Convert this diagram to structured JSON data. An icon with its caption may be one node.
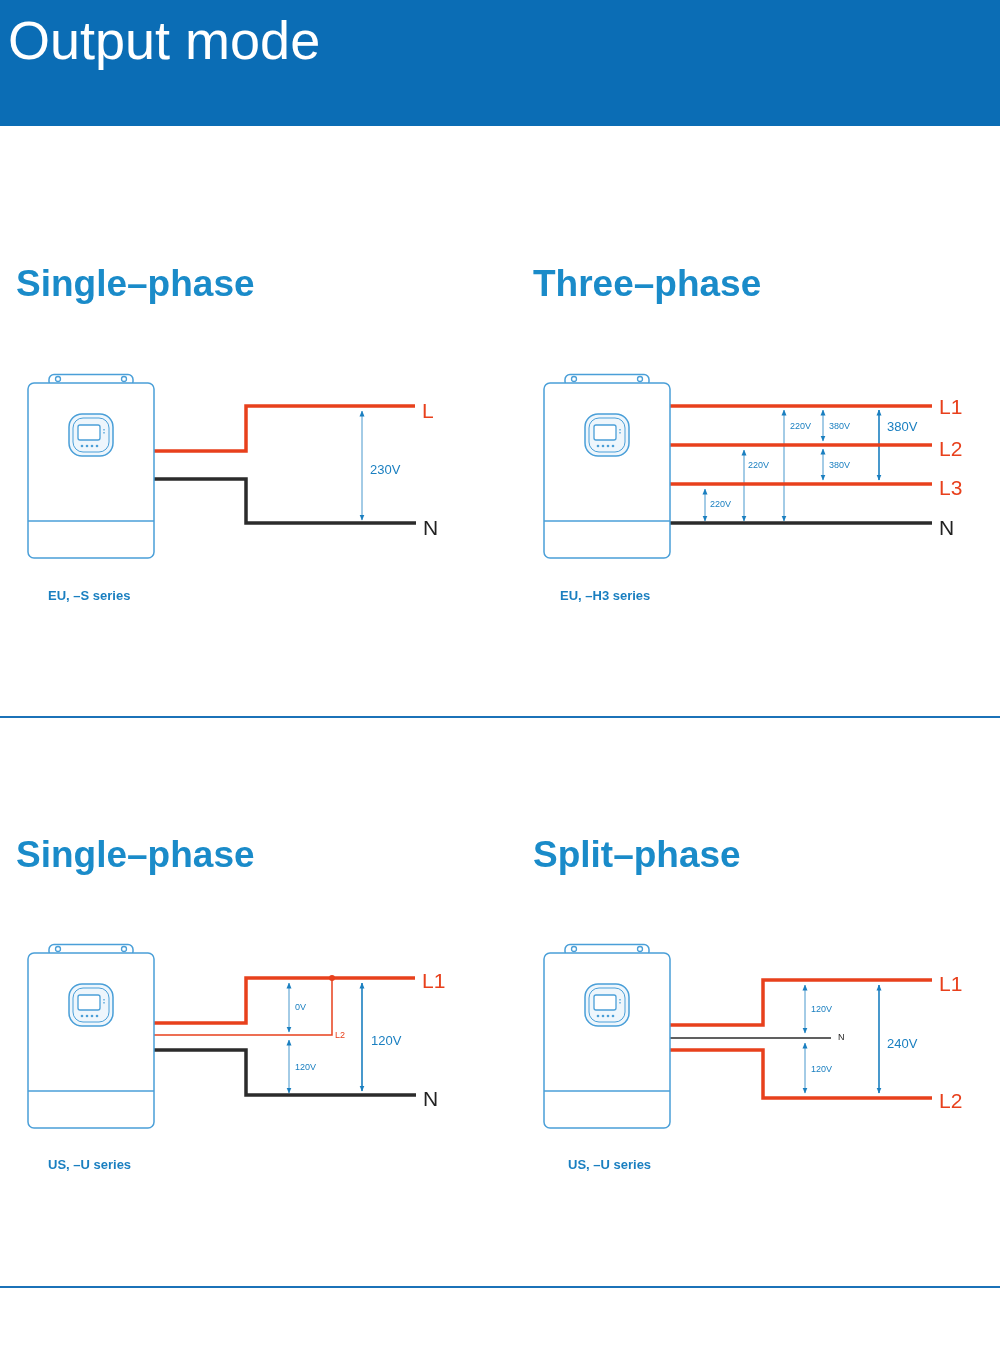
{
  "diagram": {
    "title": "Output mode",
    "nodes": [
      {
        "text": [],
        "shape": "picture",
        "beside": [
          "EU, –S series"
        ]
      },
      {
        "text": [
          "L"
        ]
      },
      {
        "text": [
          "N"
        ]
      },
      {
        "text": [],
        "shape": "picture",
        "beside": [
          "EU, –H3 series"
        ]
      },
      {
        "text": [
          "L1"
        ]
      },
      {
        "text": [
          "L2"
        ]
      },
      {
        "text": [
          "L3"
        ]
      },
      {
        "text": [
          "N"
        ]
      },
      {
        "text": [],
        "shape": "picture",
        "beside": [
          "US, –U series"
        ]
      },
      {
        "text": [
          "L1"
        ]
      },
      {
        "text": [
          "N"
        ]
      },
      {
        "text": [],
        "shape": "picture",
        "beside": [
          "US, –U series"
        ]
      },
      {
        "text": [
          "L1"
        ]
      },
      {
        "text": [
          "N"
        ]
      },
      {
        "text": [
          "L2"
        ]
      }
    ],
    "edges": [
      {
        "from": 0,
        "to": 1,
        "arrow": "none"
      },
      {
        "from": 0,
        "to": 2,
        "arrow": "none",
        "color": "#2b2b2b"
      },
      {
        "from": 3,
        "to": 4,
        "arrow": "none"
      },
      {
        "from": 3,
        "to": 5,
        "arrow": "none"
      },
      {
        "from": 3,
        "to": 6,
        "arrow": "none"
      },
      {
        "from": 3,
        "to": 7,
        "arrow": "none",
        "color": "#2b2b2b"
      },
      {
        "from": 8,
        "to": 9,
        "arrow": "none"
      },
      {
        "from": 8,
        "to": null,
        "arrow": "other",
        "label": "L2"
      },
      {
        "from": 8,
        "to": 10,
        "arrow": "none",
        "color": "#2b2b2b"
      },
      {
        "from": 11,
        "to": 12,
        "arrow": "none"
      },
      {
        "from": 11,
        "to": 13,
        "arrow": "none",
        "color": "#2b2b2b"
      },
      {
        "from": 11,
        "to": 14,
        "arrow": "none"
      }
    ],
    "labels": [
      "Single–phase",
      "Three–phase",
      "230V",
      "220V",
      "380V",
      "380V",
      "220V",
      "380V",
      "220V",
      "Single–phase",
      "Split–phase",
      "0V",
      "120V",
      "120V",
      "120V",
      "240V",
      "120V"
    ]
  }
}
